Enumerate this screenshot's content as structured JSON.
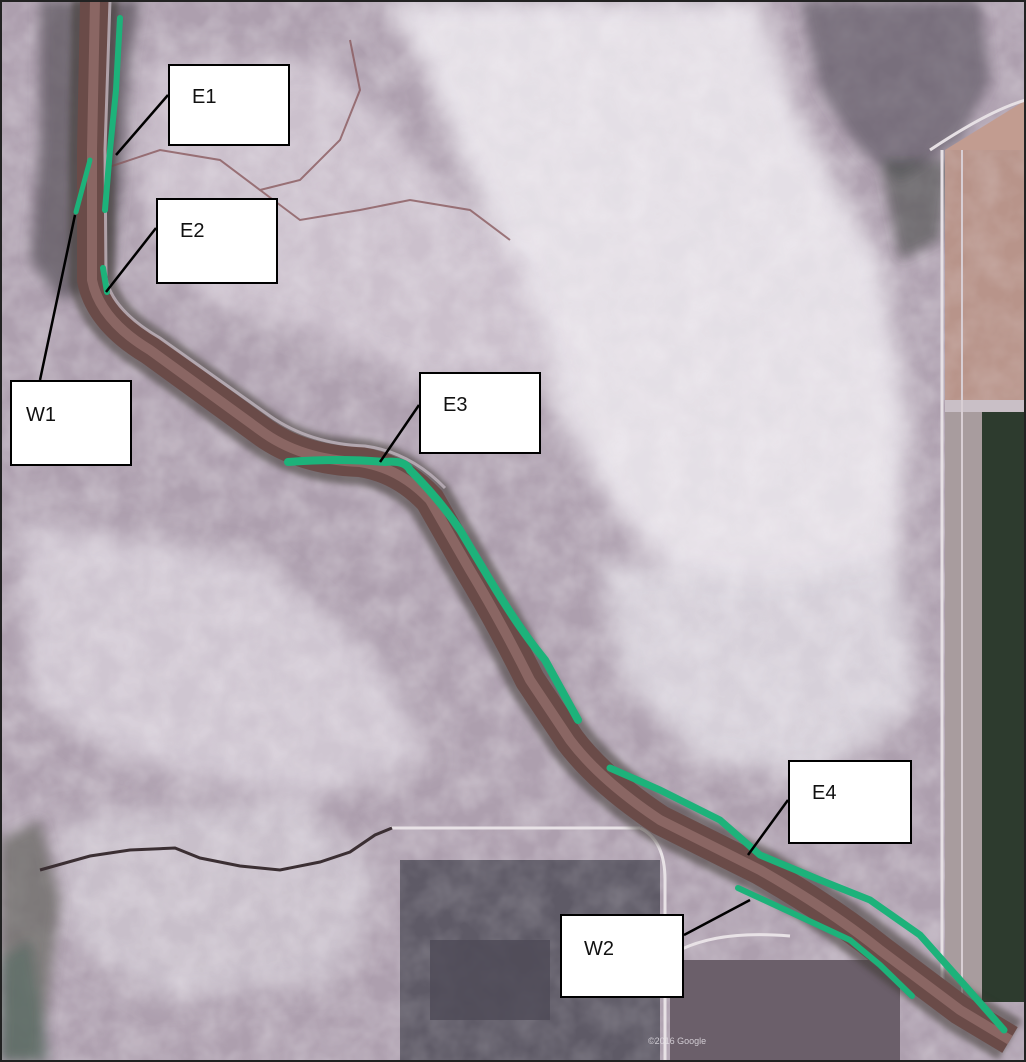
{
  "map": {
    "type": "satellite",
    "attribution": "©2016 Google",
    "colors": {
      "vegetation_marker": "#1db27a",
      "channel": "#6b4d4a",
      "ground": "#b6a7b5",
      "salt_flat": "#e2dde4",
      "field_dark": "#2c3a2c"
    }
  },
  "labels": [
    {
      "id": "E1",
      "text": "E1"
    },
    {
      "id": "E2",
      "text": "E2"
    },
    {
      "id": "W1",
      "text": "W1"
    },
    {
      "id": "E3",
      "text": "E3"
    },
    {
      "id": "E4",
      "text": "E4"
    },
    {
      "id": "W2",
      "text": "W2"
    }
  ]
}
